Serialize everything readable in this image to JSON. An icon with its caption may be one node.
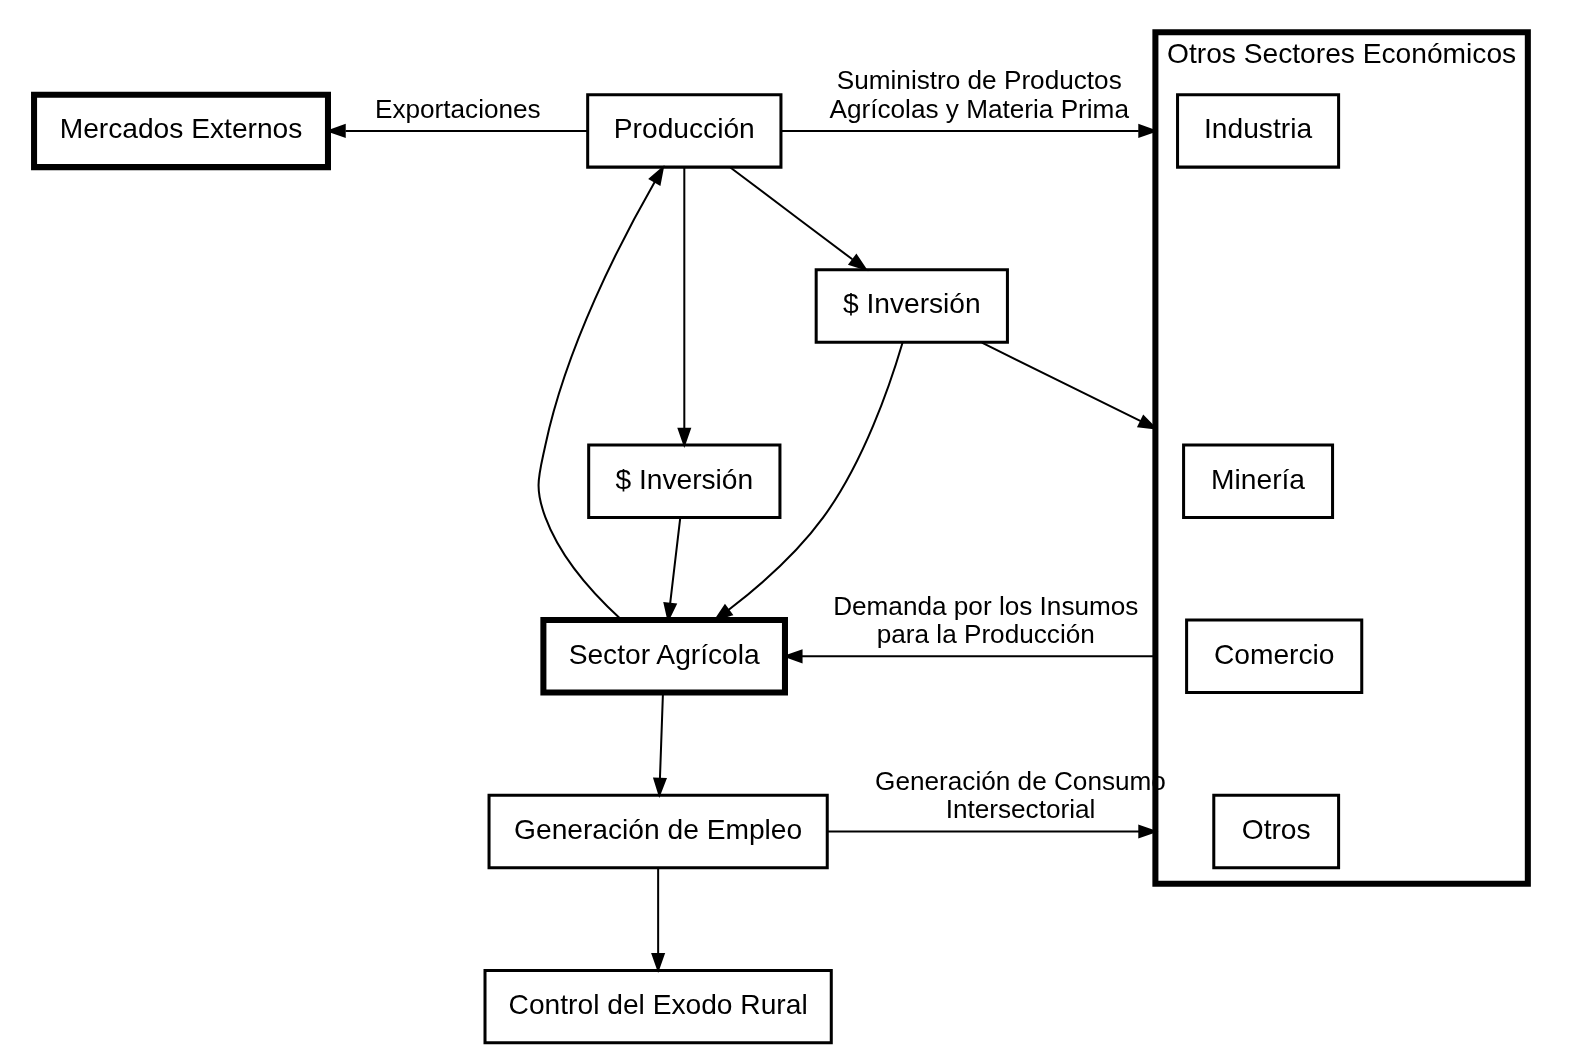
{
  "diagram": {
    "nodes": [
      {
        "text": [
          "Mercados Externos"
        ]
      },
      {
        "text": [
          "Producción"
        ]
      },
      {
        "text": [
          "Otros Sectores Económicos"
        ]
      },
      {
        "text": [
          "Industria"
        ],
        "in": 2
      },
      {
        "text": [
          "Minería"
        ],
        "in": 2
      },
      {
        "text": [
          "Comercio"
        ],
        "in": 2
      },
      {
        "text": [
          "Otros"
        ],
        "in": 2
      },
      {
        "text": [
          "$ Inversión"
        ]
      },
      {
        "text": [
          "$ Inversión"
        ]
      },
      {
        "text": [
          "Sector Agrícola"
        ]
      },
      {
        "text": [
          "Generación de Empleo"
        ]
      },
      {
        "text": [
          "Control del Exodo Rural"
        ]
      }
    ],
    "edges": [
      {
        "from": 1,
        "to": 0,
        "arrow": "to",
        "label": "Exportaciones"
      },
      {
        "from": 1,
        "to": 8,
        "arrow": "to"
      },
      {
        "from": 1,
        "to": 2,
        "arrow": "to",
        "label": "Suministro de Productos Agrícolas y Materia Prima"
      },
      {
        "from": 1,
        "to": 7,
        "arrow": "to"
      },
      {
        "from": 7,
        "to": 9,
        "arrow": "to"
      },
      {
        "from": 8,
        "to": 9,
        "arrow": "to"
      },
      {
        "from": 9,
        "to": 1,
        "arrow": "to"
      },
      {
        "from": 2,
        "to": 9,
        "arrow": "to",
        "label": "Demanda por los Insumos para la Producción"
      },
      {
        "from": 9,
        "to": 10,
        "arrow": "to"
      },
      {
        "from": 10,
        "to": 2,
        "arrow": "to",
        "label": "Generación de Consumo Intersectorial"
      },
      {
        "from": 10,
        "to": 11,
        "arrow": "to"
      },
      {
        "from": 8,
        "to": 2,
        "arrow": "to"
      }
    ]
  }
}
